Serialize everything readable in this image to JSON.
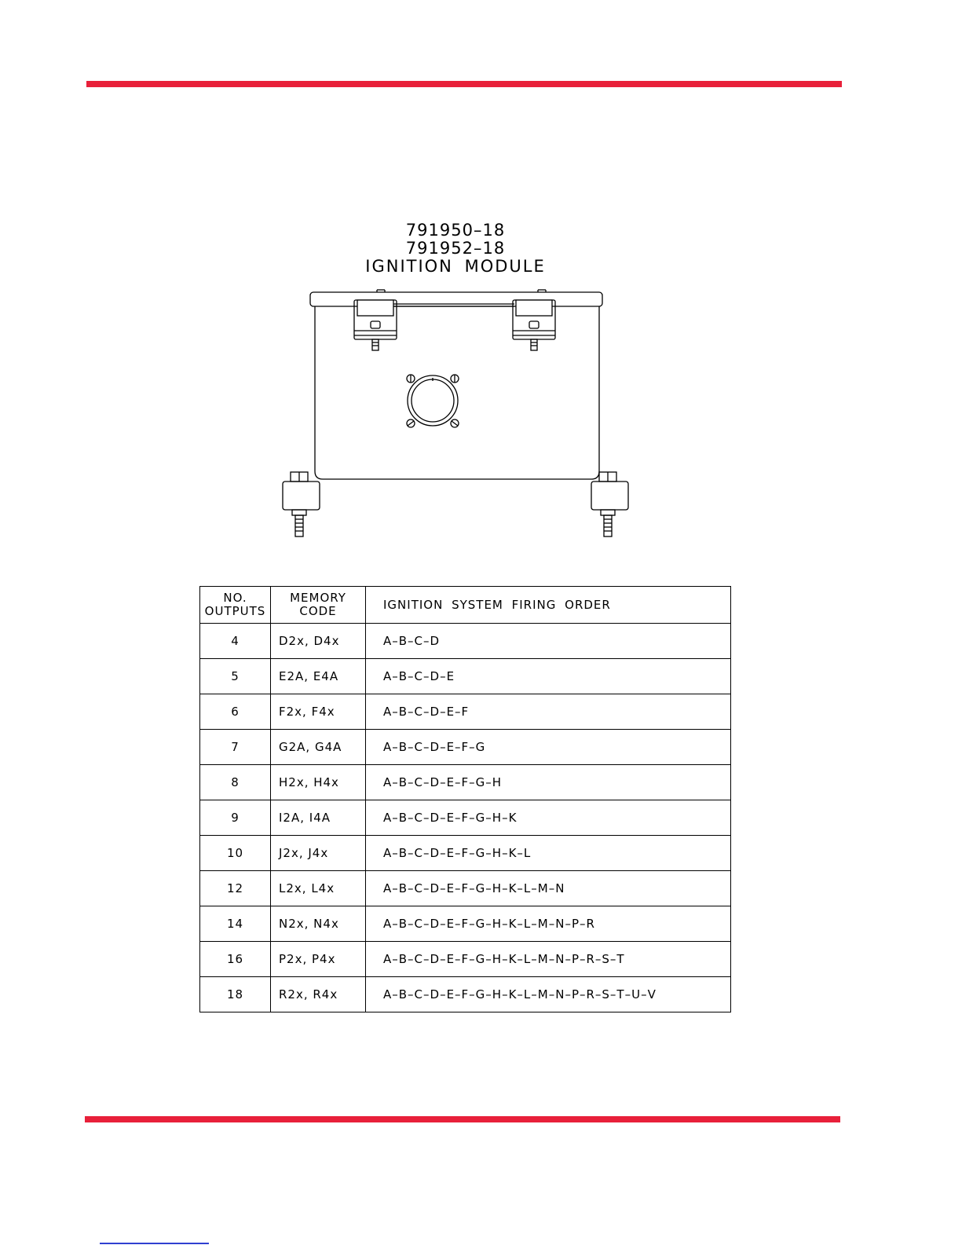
{
  "title": {
    "part_1": "791950–18",
    "part_2": "791952–18",
    "name": "IGNITION MODULE"
  },
  "table": {
    "headers": {
      "outputs": [
        "NO.",
        "OUTPUTS"
      ],
      "memory_code": [
        "MEMORY",
        "CODE"
      ],
      "firing_order": "IGNITION SYSTEM FIRING ORDER"
    },
    "rows": [
      {
        "outputs": "4",
        "code": "D2x, D4x",
        "order": "A–B–C–D"
      },
      {
        "outputs": "5",
        "code": "E2A, E4A",
        "order": "A–B–C–D–E"
      },
      {
        "outputs": "6",
        "code": "F2x, F4x",
        "order": "A–B–C–D–E–F"
      },
      {
        "outputs": "7",
        "code": "G2A, G4A",
        "order": "A–B–C–D–E–F–G"
      },
      {
        "outputs": "8",
        "code": "H2x, H4x",
        "order": "A–B–C–D–E–F–G–H"
      },
      {
        "outputs": "9",
        "code": "I2A, I4A",
        "order": "A–B–C–D–E–F–G–H–K"
      },
      {
        "outputs": "10",
        "code": "J2x, J4x",
        "order": "A–B–C–D–E–F–G–H–K–L"
      },
      {
        "outputs": "12",
        "code": "L2x, L4x",
        "order": "A–B–C–D–E–F–G–H–K–L–M–N"
      },
      {
        "outputs": "14",
        "code": "N2x, N4x",
        "order": "A–B–C–D–E–F–G–H–K–L–M–N–P–R"
      },
      {
        "outputs": "16",
        "code": "P2x, P4x",
        "order": "A–B–C–D–E–F–G–H–K–L–M–N–P–R–S–T"
      },
      {
        "outputs": "18",
        "code": "R2x, R4x",
        "order": "A–B–C–D–E–F–G–H–K–L–M–N–P–R–S–T–U–V"
      }
    ]
  },
  "colors": {
    "rule": "#e8203a",
    "link": "#2f3fd0"
  }
}
